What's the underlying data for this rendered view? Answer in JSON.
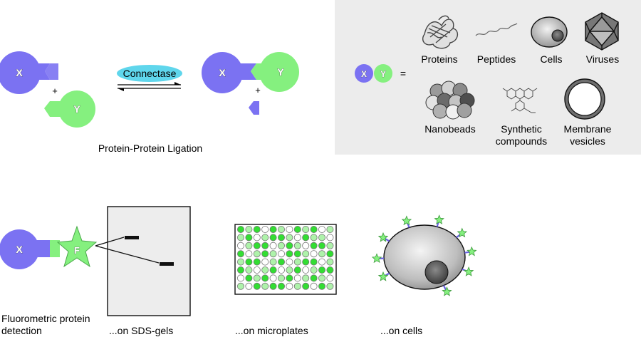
{
  "ligation": {
    "enzyme": "Connectase",
    "caption": "Protein-Protein Ligation",
    "plus": "+",
    "protein_x": "X",
    "protein_y": "Y"
  },
  "legend": {
    "equals": "=",
    "items": {
      "proteins": "Proteins",
      "peptides": "Peptides",
      "cells": "Cells",
      "viruses": "Viruses",
      "nanobeads": "Nanobeads",
      "synthetic": [
        "Synthetic",
        "compounds"
      ],
      "membrane": [
        "Membrane",
        "vesicles"
      ]
    }
  },
  "detection": {
    "fluorophore": "F",
    "caption": [
      "Fluorometric protein",
      "detection"
    ],
    "gel_caption": "...on SDS-gels",
    "plate_caption": "...on microplates",
    "cells_caption": "...on cells",
    "plate_grid": [
      [
        2,
        1,
        2,
        0,
        2,
        1,
        0,
        2,
        1,
        2,
        0,
        1
      ],
      [
        1,
        2,
        0,
        1,
        2,
        2,
        1,
        0,
        2,
        1,
        1,
        0
      ],
      [
        0,
        1,
        2,
        2,
        0,
        1,
        2,
        1,
        0,
        2,
        2,
        1
      ],
      [
        2,
        0,
        1,
        2,
        1,
        0,
        2,
        2,
        1,
        0,
        1,
        2
      ],
      [
        1,
        2,
        2,
        0,
        1,
        2,
        0,
        1,
        2,
        2,
        0,
        1
      ],
      [
        2,
        1,
        0,
        1,
        2,
        0,
        1,
        2,
        0,
        1,
        2,
        2
      ],
      [
        0,
        2,
        1,
        2,
        0,
        1,
        2,
        0,
        1,
        2,
        1,
        0
      ],
      [
        1,
        0,
        2,
        1,
        2,
        2,
        0,
        1,
        2,
        0,
        2,
        1
      ]
    ]
  },
  "colors": {
    "blue": "#7b72f2",
    "green": "#85f07f",
    "connectase_fill": "#5fd6ec",
    "panel": "#ececec",
    "well_bright": "#33dd33",
    "well_light": "#aef2aa",
    "well_empty": "#ffffff"
  }
}
